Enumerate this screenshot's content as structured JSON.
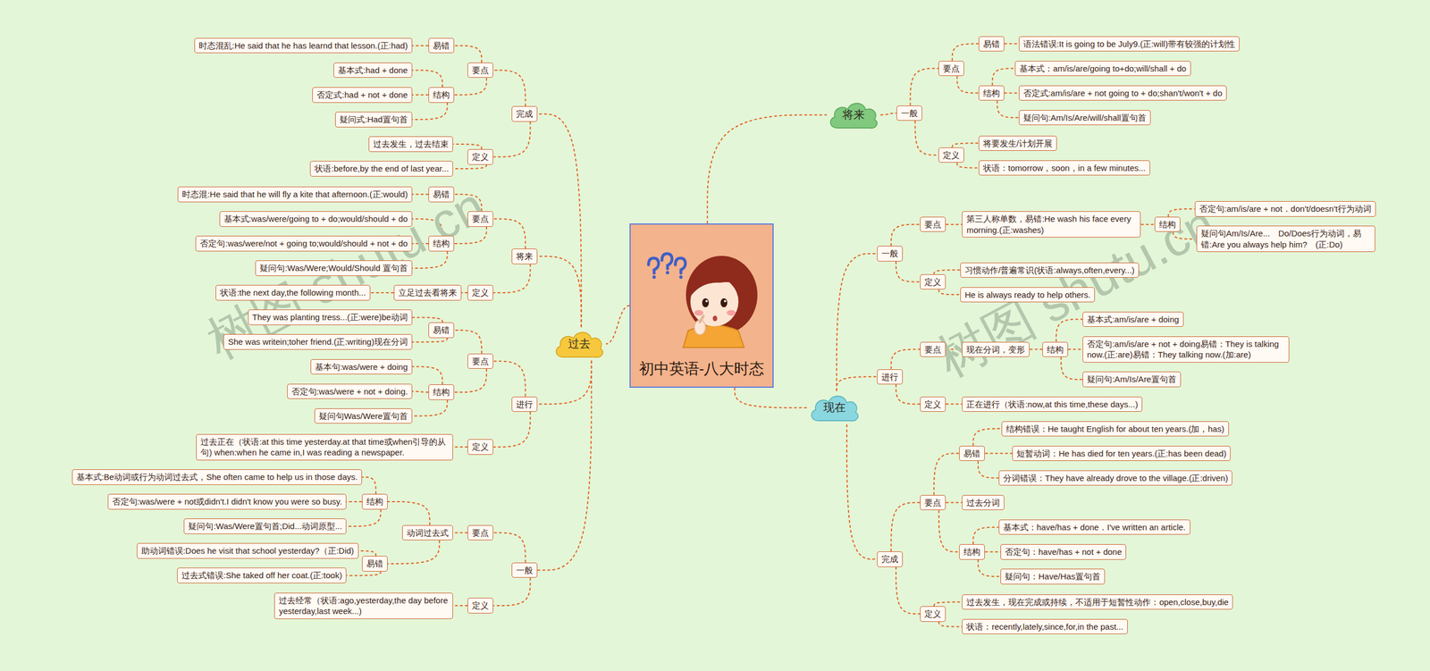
{
  "diagram": {
    "nodes": [
      {
        "text": [
          "初中英语-八大时态"
        ]
      },
      {
        "text": [
          "将来"
        ]
      },
      {
        "text": [
          "一般"
        ]
      },
      {
        "text": [
          "要点"
        ]
      },
      {
        "text": [
          "易错"
        ]
      },
      {
        "text": [
          "语法错误:It is going to be July9.(正:will)带有较强的计划性"
        ]
      },
      {
        "text": [
          "结构"
        ]
      },
      {
        "text": [
          "基本式：am/is/are/going to+do;will/shall + do"
        ]
      },
      {
        "text": [
          "否定式:am/is/are + not going to + do;shan't/won't + do"
        ]
      },
      {
        "text": [
          "疑问句:Am/Is/Are/will/shall置句首"
        ]
      },
      {
        "text": [
          "定义"
        ]
      },
      {
        "text": [
          "将要发生/计划开展"
        ]
      },
      {
        "text": [
          "状语：tomorrow，soon，in a few minutes..."
        ]
      },
      {
        "text": [
          "现在"
        ]
      },
      {
        "text": [
          "一般"
        ]
      },
      {
        "text": [
          "要点"
        ]
      },
      {
        "text": [
          "第三人称单数，易错:He wash his face every morning.(正:washes)"
        ]
      },
      {
        "text": [
          "结构"
        ]
      },
      {
        "text": [
          "否定句:am/is/are + not．don't/doesn't行为动词"
        ]
      },
      {
        "text": [
          "疑问句Am/Is/Are...　Do/Does行为动词，易错:Are you always help him?　(正:Do)"
        ]
      },
      {
        "text": [
          "定义"
        ]
      },
      {
        "text": [
          "习惯动作/普遍常识(状语:always,often,every...)"
        ]
      },
      {
        "text": [
          "He is always ready to help others."
        ]
      },
      {
        "text": [
          "进行"
        ]
      },
      {
        "text": [
          "要点"
        ]
      },
      {
        "text": [
          "现在分词，变形"
        ]
      },
      {
        "text": [
          "结构"
        ]
      },
      {
        "text": [
          "基本式:am/is/are + doing"
        ]
      },
      {
        "text": [
          "否定句:am/is/are + not + doing易错：They is talking now.(正:are)易错：They talking now.(加:are)"
        ]
      },
      {
        "text": [
          "疑问句:Am/Is/Are置句首"
        ]
      },
      {
        "text": [
          "定义"
        ]
      },
      {
        "text": [
          "正在进行（状语:now,at this time,these days...)"
        ]
      },
      {
        "text": [
          "完成"
        ]
      },
      {
        "text": [
          "要点"
        ]
      },
      {
        "text": [
          "易错"
        ]
      },
      {
        "text": [
          "结构错误：He taught English for about ten years.(加，has)"
        ]
      },
      {
        "text": [
          "短暂动词：He has died for ten years.(正:has been dead)"
        ]
      },
      {
        "text": [
          "分词错误：They have already drove to the village.(正:driven)"
        ]
      },
      {
        "text": [
          "过去分词"
        ]
      },
      {
        "text": [
          "结构"
        ]
      },
      {
        "text": [
          "基本式：have/has + done．I've written an article."
        ]
      },
      {
        "text": [
          "否定句：have/has + not + done"
        ]
      },
      {
        "text": [
          "疑问句：Have/Has置句首"
        ]
      },
      {
        "text": [
          "定义"
        ]
      },
      {
        "text": [
          "过去发生，现在完成或持续，不适用于短暂性动作：open,close,buy,die"
        ]
      },
      {
        "text": [
          "状语：recently,lately,since,for,in the past..."
        ]
      },
      {
        "text": [
          "过去"
        ]
      },
      {
        "text": [
          "完成"
        ]
      },
      {
        "text": [
          "要点"
        ]
      },
      {
        "text": [
          "易错"
        ]
      },
      {
        "text": [
          "时态混乱:He said that he has learnd that lesson.(正:had)"
        ]
      },
      {
        "text": [
          "结构"
        ]
      },
      {
        "text": [
          "基本式:had + done"
        ]
      },
      {
        "text": [
          "否定式:had + not + done"
        ]
      },
      {
        "text": [
          "疑问式:Had置句首"
        ]
      },
      {
        "text": [
          "定义"
        ]
      },
      {
        "text": [
          "过去发生，过去结束"
        ]
      },
      {
        "text": [
          "状语:before,by the end of last year..."
        ]
      },
      {
        "text": [
          "将来"
        ]
      },
      {
        "text": [
          "要点"
        ]
      },
      {
        "text": [
          "易错"
        ]
      },
      {
        "text": [
          "时态混:He said that he will fly a kite that afternoon.(正:would)"
        ]
      },
      {
        "text": [
          "结构"
        ]
      },
      {
        "text": [
          "基本式:was/were/going to + do;would/should + do"
        ]
      },
      {
        "text": [
          "否定句:was/were/not + going to;would/should + not + do"
        ]
      },
      {
        "text": [
          "疑问句:Was/Were;Would/Should 置句首"
        ]
      },
      {
        "text": [
          "定义"
        ]
      },
      {
        "text": [
          "立足过去看将来"
        ]
      },
      {
        "text": [
          "状语:the next day,the following month..."
        ]
      },
      {
        "text": [
          "进行"
        ]
      },
      {
        "text": [
          "要点"
        ]
      },
      {
        "text": [
          "易错"
        ]
      },
      {
        "text": [
          "They was planting tress...(正:were)be动词"
        ]
      },
      {
        "text": [
          "She was writein;toher friend.(正:writing)现在分词"
        ]
      },
      {
        "text": [
          "结构"
        ]
      },
      {
        "text": [
          "基本句:was/were + doing"
        ]
      },
      {
        "text": [
          "否定句:was/were + not + doing."
        ]
      },
      {
        "text": [
          "疑问句Was/Were置句首"
        ]
      },
      {
        "text": [
          "定义"
        ]
      },
      {
        "text": [
          "过去正在（状语:at this time yesterday.at that time或when引导的从句) when:when he came in,I was reading a newspaper."
        ]
      },
      {
        "text": [
          "一般"
        ]
      },
      {
        "text": [
          "要点"
        ]
      },
      {
        "text": [
          "动词过去式"
        ]
      },
      {
        "text": [
          "结构"
        ]
      },
      {
        "text": [
          "基本式:Be动词或行为动词过去式，She often came to help us in those days."
        ]
      },
      {
        "text": [
          "否定句:was/were + not或didn't.I didn't know you were so busy."
        ]
      },
      {
        "text": [
          "疑问句:Was/Were置句首;Did...动词原型..."
        ]
      },
      {
        "text": [
          "易错"
        ]
      },
      {
        "text": [
          "助动词错误:Does he visit that school yesterday?（正:Did)"
        ]
      },
      {
        "text": [
          "过去式错误:She taked off her coat.(正:took)"
        ]
      },
      {
        "text": [
          "定义"
        ]
      },
      {
        "text": [
          "过去经常（状语:ago,yesterday,the day before yesterday,last week...)"
        ]
      }
    ],
    "edges": [
      {
        "from": 0,
        "to": 1,
        "arrow": "none"
      },
      {
        "from": 1,
        "to": 2,
        "arrow": "none"
      },
      {
        "from": 2,
        "to": 3,
        "arrow": "none"
      },
      {
        "from": 3,
        "to": 4,
        "arrow": "none"
      },
      {
        "from": 4,
        "to": 5,
        "arrow": "none"
      },
      {
        "from": 3,
        "to": 6,
        "arrow": "none"
      },
      {
        "from": 6,
        "to": 7,
        "arrow": "none"
      },
      {
        "from": 6,
        "to": 8,
        "arrow": "none"
      },
      {
        "from": 6,
        "to": 9,
        "arrow": "none"
      },
      {
        "from": 2,
        "to": 10,
        "arrow": "none"
      },
      {
        "from": 10,
        "to": 11,
        "arrow": "none"
      },
      {
        "from": 10,
        "to": 12,
        "arrow": "none"
      },
      {
        "from": 0,
        "to": 13,
        "arrow": "none"
      },
      {
        "from": 13,
        "to": 14,
        "arrow": "none"
      },
      {
        "from": 14,
        "to": 15,
        "arrow": "none"
      },
      {
        "from": 15,
        "to": 16,
        "arrow": "none"
      },
      {
        "from": 16,
        "to": 17,
        "arrow": "none"
      },
      {
        "from": 17,
        "to": 18,
        "arrow": "none"
      },
      {
        "from": 17,
        "to": 19,
        "arrow": "none"
      },
      {
        "from": 14,
        "to": 20,
        "arrow": "none"
      },
      {
        "from": 20,
        "to": 21,
        "arrow": "none"
      },
      {
        "from": 20,
        "to": 22,
        "arrow": "none"
      },
      {
        "from": 13,
        "to": 23,
        "arrow": "none"
      },
      {
        "from": 23,
        "to": 24,
        "arrow": "none"
      },
      {
        "from": 24,
        "to": 25,
        "arrow": "none"
      },
      {
        "from": 25,
        "to": 26,
        "arrow": "none"
      },
      {
        "from": 26,
        "to": 27,
        "arrow": "none"
      },
      {
        "from": 26,
        "to": 28,
        "arrow": "none"
      },
      {
        "from": 26,
        "to": 29,
        "arrow": "none"
      },
      {
        "from": 23,
        "to": 30,
        "arrow": "none"
      },
      {
        "from": 30,
        "to": 31,
        "arrow": "none"
      },
      {
        "from": 13,
        "to": 32,
        "arrow": "none"
      },
      {
        "from": 32,
        "to": 33,
        "arrow": "none"
      },
      {
        "from": 33,
        "to": 34,
        "arrow": "none"
      },
      {
        "from": 34,
        "to": 35,
        "arrow": "none"
      },
      {
        "from": 34,
        "to": 36,
        "arrow": "none"
      },
      {
        "from": 34,
        "to": 37,
        "arrow": "none"
      },
      {
        "from": 33,
        "to": 38,
        "arrow": "none"
      },
      {
        "from": 33,
        "to": 39,
        "arrow": "none"
      },
      {
        "from": 39,
        "to": 40,
        "arrow": "none"
      },
      {
        "from": 39,
        "to": 41,
        "arrow": "none"
      },
      {
        "from": 39,
        "to": 42,
        "arrow": "none"
      },
      {
        "from": 32,
        "to": 43,
        "arrow": "none"
      },
      {
        "from": 43,
        "to": 44,
        "arrow": "none"
      },
      {
        "from": 43,
        "to": 45,
        "arrow": "none"
      },
      {
        "from": 0,
        "to": 46,
        "arrow": "none"
      },
      {
        "from": 46,
        "to": 47,
        "arrow": "none"
      },
      {
        "from": 47,
        "to": 48,
        "arrow": "none"
      },
      {
        "from": 48,
        "to": 49,
        "arrow": "none"
      },
      {
        "from": 49,
        "to": 50,
        "arrow": "none"
      },
      {
        "from": 48,
        "to": 51,
        "arrow": "none"
      },
      {
        "from": 51,
        "to": 52,
        "arrow": "none"
      },
      {
        "from": 51,
        "to": 53,
        "arrow": "none"
      },
      {
        "from": 51,
        "to": 54,
        "arrow": "none"
      },
      {
        "from": 47,
        "to": 55,
        "arrow": "none"
      },
      {
        "from": 55,
        "to": 56,
        "arrow": "none"
      },
      {
        "from": 55,
        "to": 57,
        "arrow": "none"
      },
      {
        "from": 46,
        "to": 58,
        "arrow": "none"
      },
      {
        "from": 58,
        "to": 59,
        "arrow": "none"
      },
      {
        "from": 59,
        "to": 60,
        "arrow": "none"
      },
      {
        "from": 60,
        "to": 61,
        "arrow": "none"
      },
      {
        "from": 59,
        "to": 62,
        "arrow": "none"
      },
      {
        "from": 62,
        "to": 63,
        "arrow": "none"
      },
      {
        "from": 62,
        "to": 64,
        "arrow": "none"
      },
      {
        "from": 62,
        "to": 65,
        "arrow": "none"
      },
      {
        "from": 58,
        "to": 66,
        "arrow": "none"
      },
      {
        "from": 66,
        "to": 67,
        "arrow": "none"
      },
      {
        "from": 67,
        "to": 68,
        "arrow": "none"
      },
      {
        "from": 46,
        "to": 69,
        "arrow": "none"
      },
      {
        "from": 69,
        "to": 70,
        "arrow": "none"
      },
      {
        "from": 70,
        "to": 71,
        "arrow": "none"
      },
      {
        "from": 71,
        "to": 72,
        "arrow": "none"
      },
      {
        "from": 71,
        "to": 73,
        "arrow": "none"
      },
      {
        "from": 70,
        "to": 74,
        "arrow": "none"
      },
      {
        "from": 74,
        "to": 75,
        "arrow": "none"
      },
      {
        "from": 74,
        "to": 76,
        "arrow": "none"
      },
      {
        "from": 74,
        "to": 77,
        "arrow": "none"
      },
      {
        "from": 69,
        "to": 78,
        "arrow": "none"
      },
      {
        "from": 78,
        "to": 79,
        "arrow": "none"
      },
      {
        "from": 46,
        "to": 80,
        "arrow": "none"
      },
      {
        "from": 80,
        "to": 81,
        "arrow": "none"
      },
      {
        "from": 81,
        "to": 82,
        "arrow": "none"
      },
      {
        "from": 82,
        "to": 83,
        "arrow": "none"
      },
      {
        "from": 83,
        "to": 84,
        "arrow": "none"
      },
      {
        "from": 83,
        "to": 85,
        "arrow": "none"
      },
      {
        "from": 83,
        "to": 86,
        "arrow": "none"
      },
      {
        "from": 82,
        "to": 87,
        "arrow": "none"
      },
      {
        "from": 87,
        "to": 88,
        "arrow": "none"
      },
      {
        "from": 87,
        "to": 89,
        "arrow": "none"
      },
      {
        "from": 80,
        "to": 90,
        "arrow": "none"
      },
      {
        "from": 90,
        "to": 91,
        "arrow": "none"
      }
    ],
    "labels": [
      "树图 shutu.cn",
      "树图 shutu.cn"
    ]
  }
}
